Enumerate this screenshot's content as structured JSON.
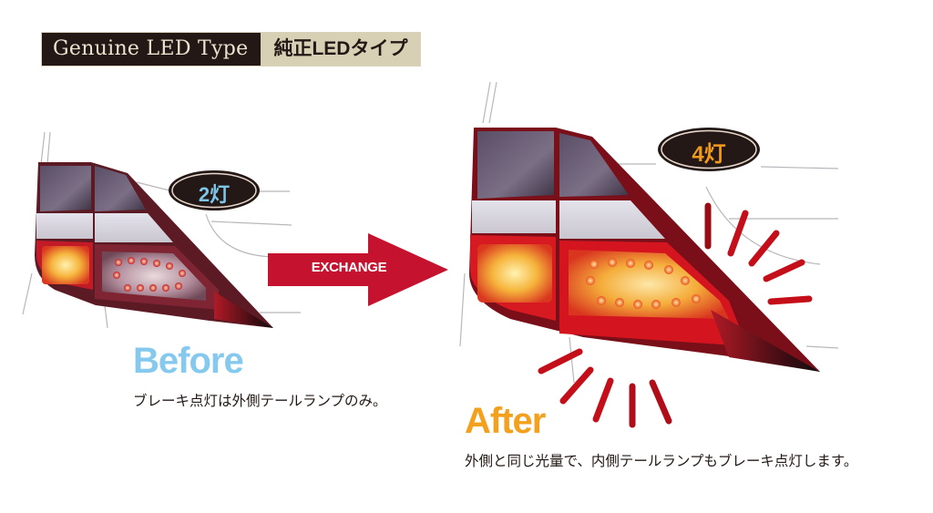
{
  "header": {
    "title_en": "Genuine LED Type",
    "title_jp": "純正LEDタイプ"
  },
  "arrow": {
    "label": "EXCHANGE",
    "color": "#c4122f"
  },
  "before": {
    "badge": "2灯",
    "badge_color": "#7dc6ea",
    "title": "Before",
    "title_color": "#86c9ee",
    "description": "ブレーキ点灯は外側テールランプのみ。"
  },
  "after": {
    "badge": "4灯",
    "badge_color": "#f19a1c",
    "title": "After",
    "title_color": "#f3a11c",
    "description": "外側と同じ光量で、内側テールランプもブレーキ点灯します。"
  }
}
